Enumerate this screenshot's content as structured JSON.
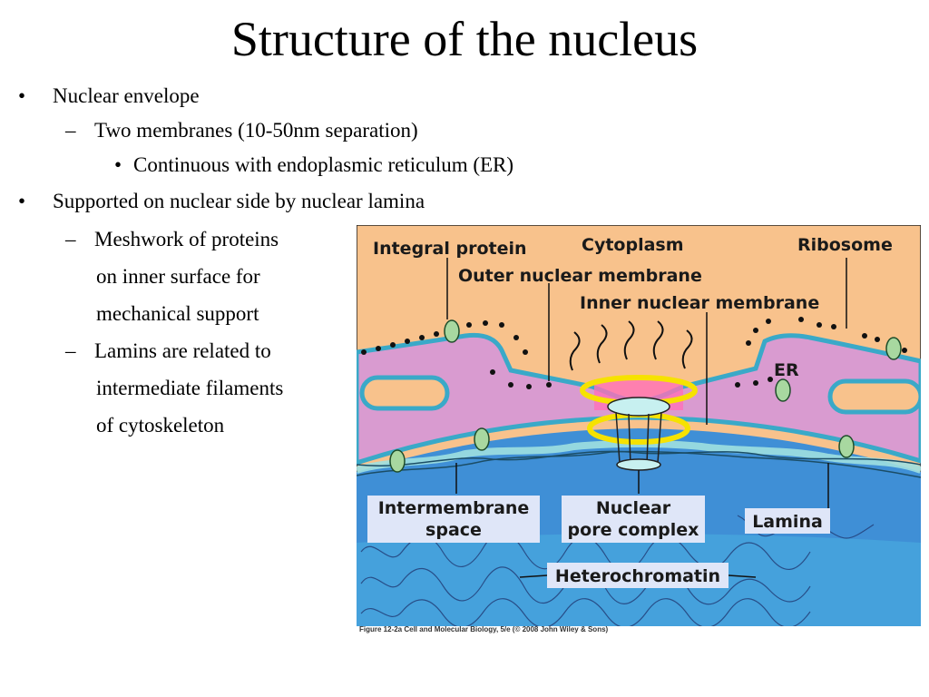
{
  "title": "Structure of the nucleus",
  "outline": [
    {
      "marker": "•",
      "text": "Nuclear envelope"
    },
    {
      "marker": "–",
      "text": "Two membranes (10-50nm separation)"
    },
    {
      "marker": "•",
      "text": "Continuous with endoplasmic reticulum (ER)"
    },
    {
      "marker": "•",
      "text": "Supported on nuclear side by nuclear lamina"
    },
    {
      "marker": "–",
      "text": "Meshwork of proteins"
    },
    {
      "marker": "",
      "text": "on inner surface for"
    },
    {
      "marker": "",
      "text": "mechanical support"
    },
    {
      "marker": "–",
      "text": "Lamins are related to"
    },
    {
      "marker": "",
      "text": "intermediate filaments"
    },
    {
      "marker": "",
      "text": "of cytoskeleton"
    }
  ],
  "figure": {
    "labels": {
      "integral_protein": "Integral protein",
      "cytoplasm": "Cytoplasm",
      "ribosome": "Ribosome",
      "outer_membrane": "Outer nuclear membrane",
      "inner_membrane": "Inner nuclear membrane",
      "er": "ER",
      "intermembrane_1": "Intermembrane",
      "intermembrane_2": "space",
      "pore_1": "Nuclear",
      "pore_2": "pore complex",
      "lamina": "Lamina",
      "heterochromatin": "Heterochromatin"
    },
    "caption": "Figure 12-2a  Cell and Molecular Biology, 5/e (© 2008 John Wiley & Sons)",
    "colors": {
      "cytoplasm": "#f8c28c",
      "membrane": "#d99bd0",
      "membrane_edge": "#3aa9c8",
      "nucleoplasm": "#3f8fd6",
      "pore_ring": "#f6e200",
      "integral_protein": "#a8d8a0",
      "label_box": "#dfe6f8"
    }
  }
}
